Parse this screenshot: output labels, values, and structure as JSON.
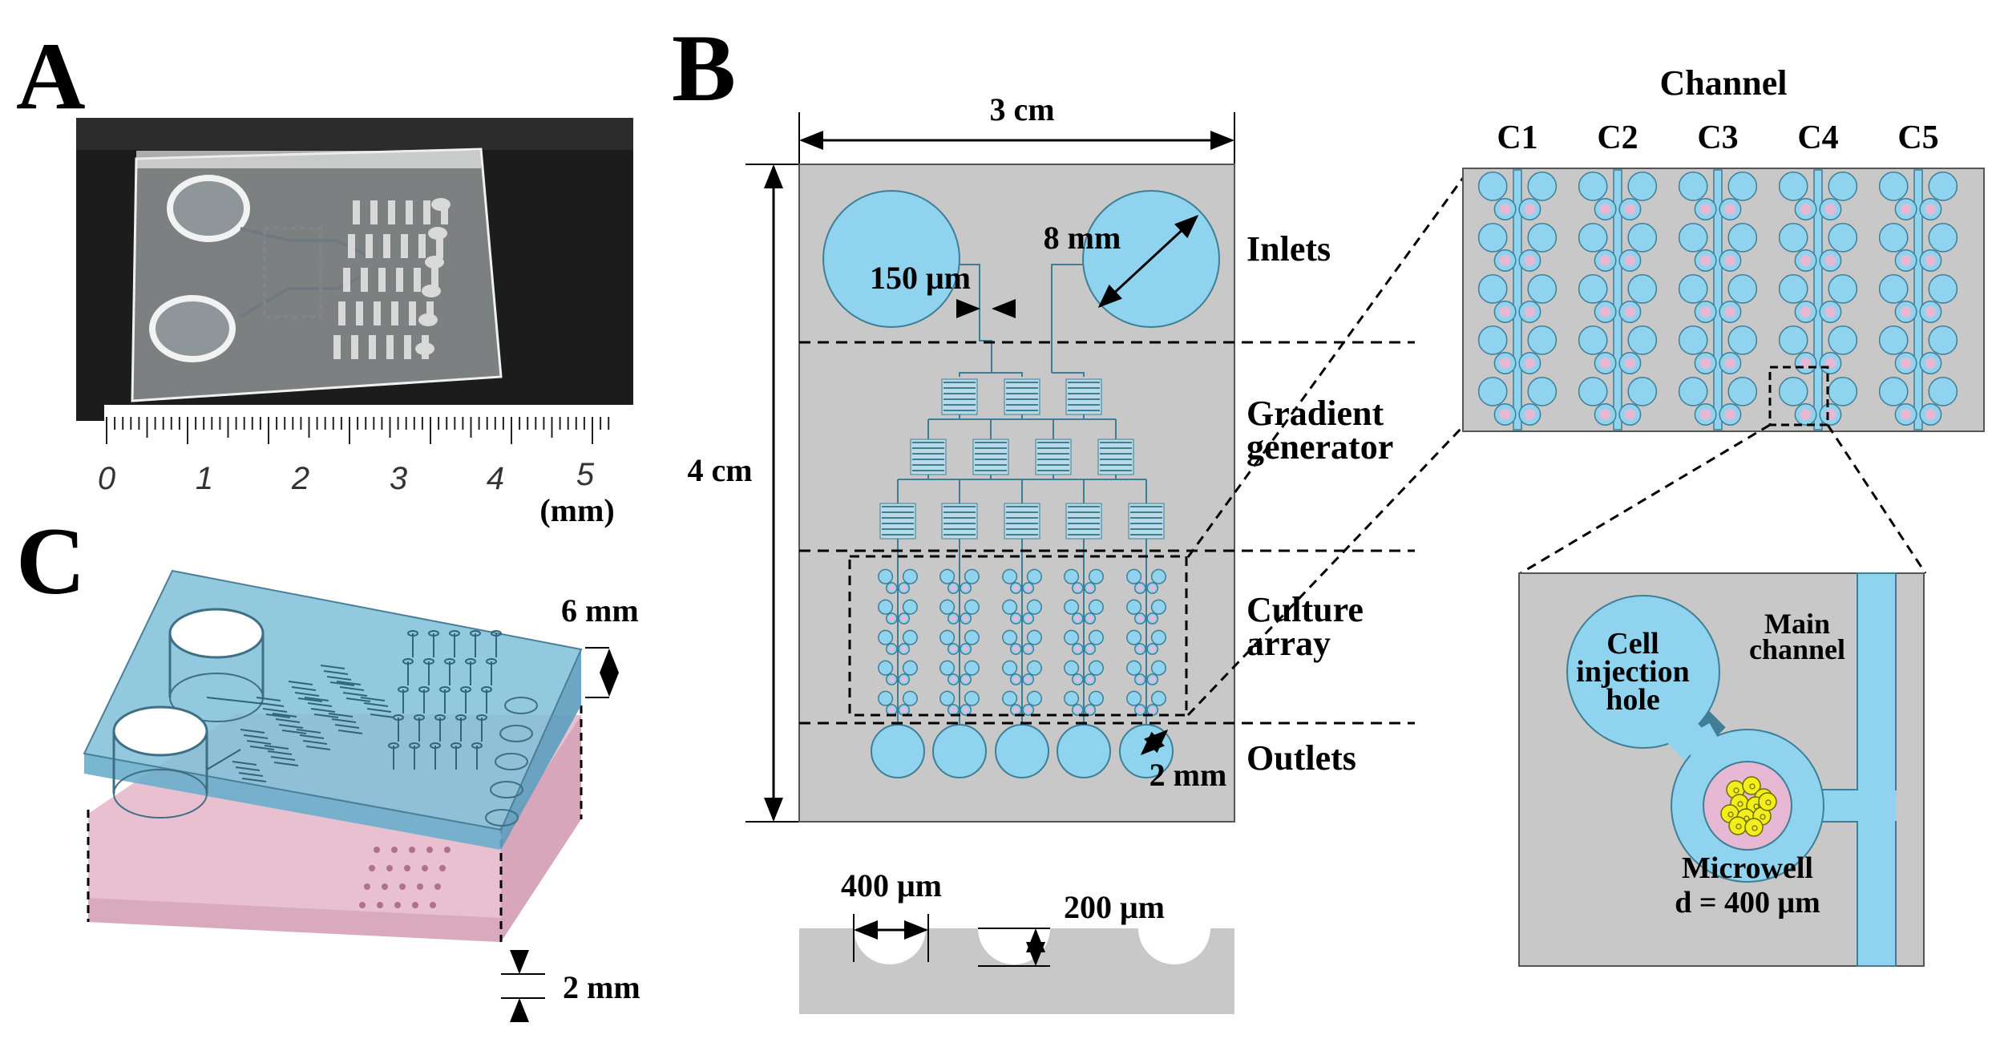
{
  "panels": {
    "a": {
      "letter": "A",
      "ruler_numbers": [
        "0",
        "1",
        "2",
        "3",
        "4",
        "5"
      ],
      "ruler_unit": "(mm)"
    },
    "b": {
      "letter": "B",
      "width_label": "3 cm",
      "height_label": "4 cm",
      "section_labels": {
        "inlets": "Inlets",
        "gradient_line1": "Gradient",
        "gradient_line2": "generator",
        "culture_line1": "Culture",
        "culture_line2": "array",
        "outlets": "Outlets"
      },
      "inlet_diameter": "8 mm",
      "channel_width": "150 μm",
      "outlet_diameter": "2 mm",
      "cross_section": {
        "well_width": "400 μm",
        "well_depth": "200 μm"
      },
      "channel_title": "Channel",
      "channel_labels": [
        "C1",
        "C2",
        "C3",
        "C4",
        "C5"
      ],
      "detail": {
        "hole_line1": "Cell",
        "hole_line2": "injection",
        "hole_line3": "hole",
        "main_line1": "Main",
        "main_line2": "channel",
        "microwell": "Microwell",
        "diameter": "d = 400 μm"
      }
    },
    "c": {
      "letter": "C",
      "top_thickness": "6 mm",
      "bottom_thickness": "2 mm"
    }
  },
  "colors": {
    "chip_gray": "#c8c8c8",
    "fluid_blue": "#8fd3ef",
    "channel_dark": "#3e7f96",
    "well_pink": "#e7b8d3",
    "cells_yellow": "#f3ee1a",
    "top_layer_blue": "#7fbfd8",
    "bottom_layer_pink": "#e8c0d0",
    "photo_bg": "#1c1c1c"
  }
}
